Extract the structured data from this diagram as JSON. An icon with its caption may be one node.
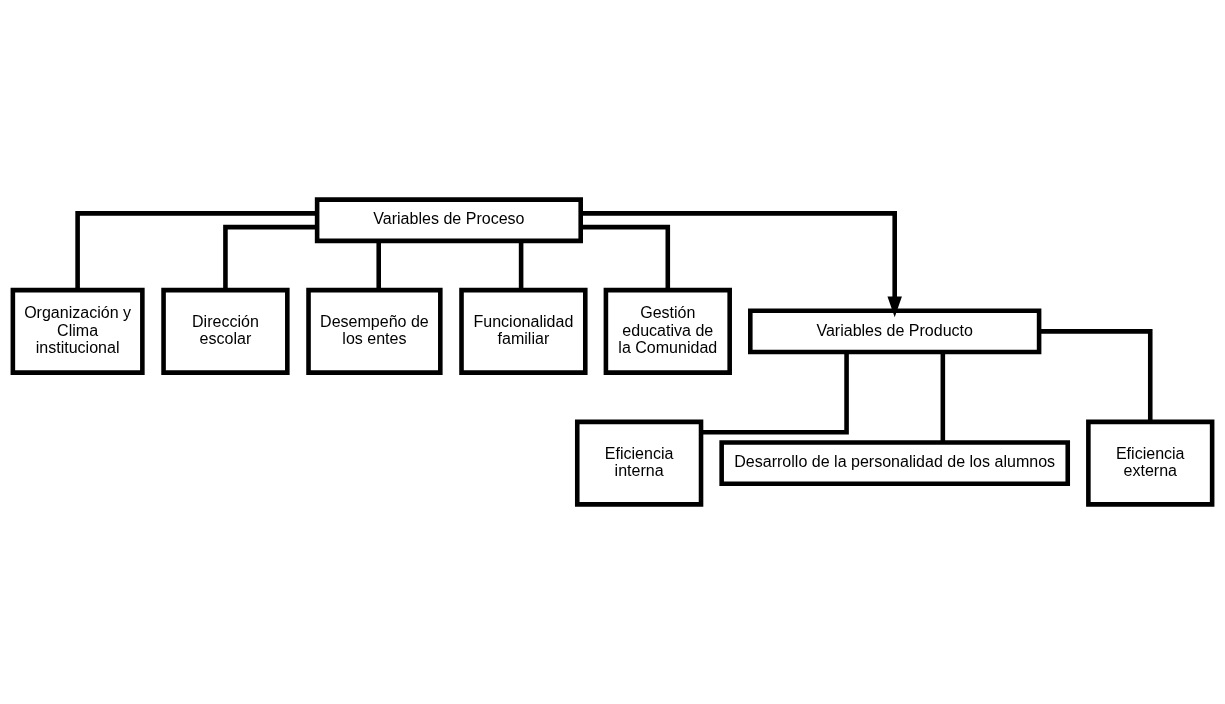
{
  "diagram": {
    "nodes": [
      {
        "text": [
          "Variables de Proceso"
        ]
      },
      {
        "text": [
          "Organización y Clima institucional"
        ]
      },
      {
        "text": [
          "Dirección escolar"
        ]
      },
      {
        "text": [
          "Desempeño de los entes"
        ]
      },
      {
        "text": [
          "Funcionalidad familiar"
        ]
      },
      {
        "text": [
          "Gestión educativa de la Comunidad"
        ]
      },
      {
        "text": [
          "Variables de Producto"
        ]
      },
      {
        "text": [
          "Eficiencia interna"
        ]
      },
      {
        "text": [
          "Desarrollo de la personalidad de los alumnos"
        ]
      },
      {
        "text": [
          "Eficiencia externa"
        ]
      }
    ],
    "edges": [
      {
        "from": 0,
        "to": 1,
        "arrow": "none"
      },
      {
        "from": 0,
        "to": 2,
        "arrow": "none"
      },
      {
        "from": 0,
        "to": 3,
        "arrow": "none"
      },
      {
        "from": 0,
        "to": 4,
        "arrow": "none"
      },
      {
        "from": 0,
        "to": 5,
        "arrow": "none"
      },
      {
        "from": 0,
        "to": 6,
        "arrow": "to"
      },
      {
        "from": 6,
        "to": 7,
        "arrow": "none"
      },
      {
        "from": 6,
        "to": 8,
        "arrow": "none"
      },
      {
        "from": 6,
        "to": 9,
        "arrow": "none"
      }
    ]
  }
}
